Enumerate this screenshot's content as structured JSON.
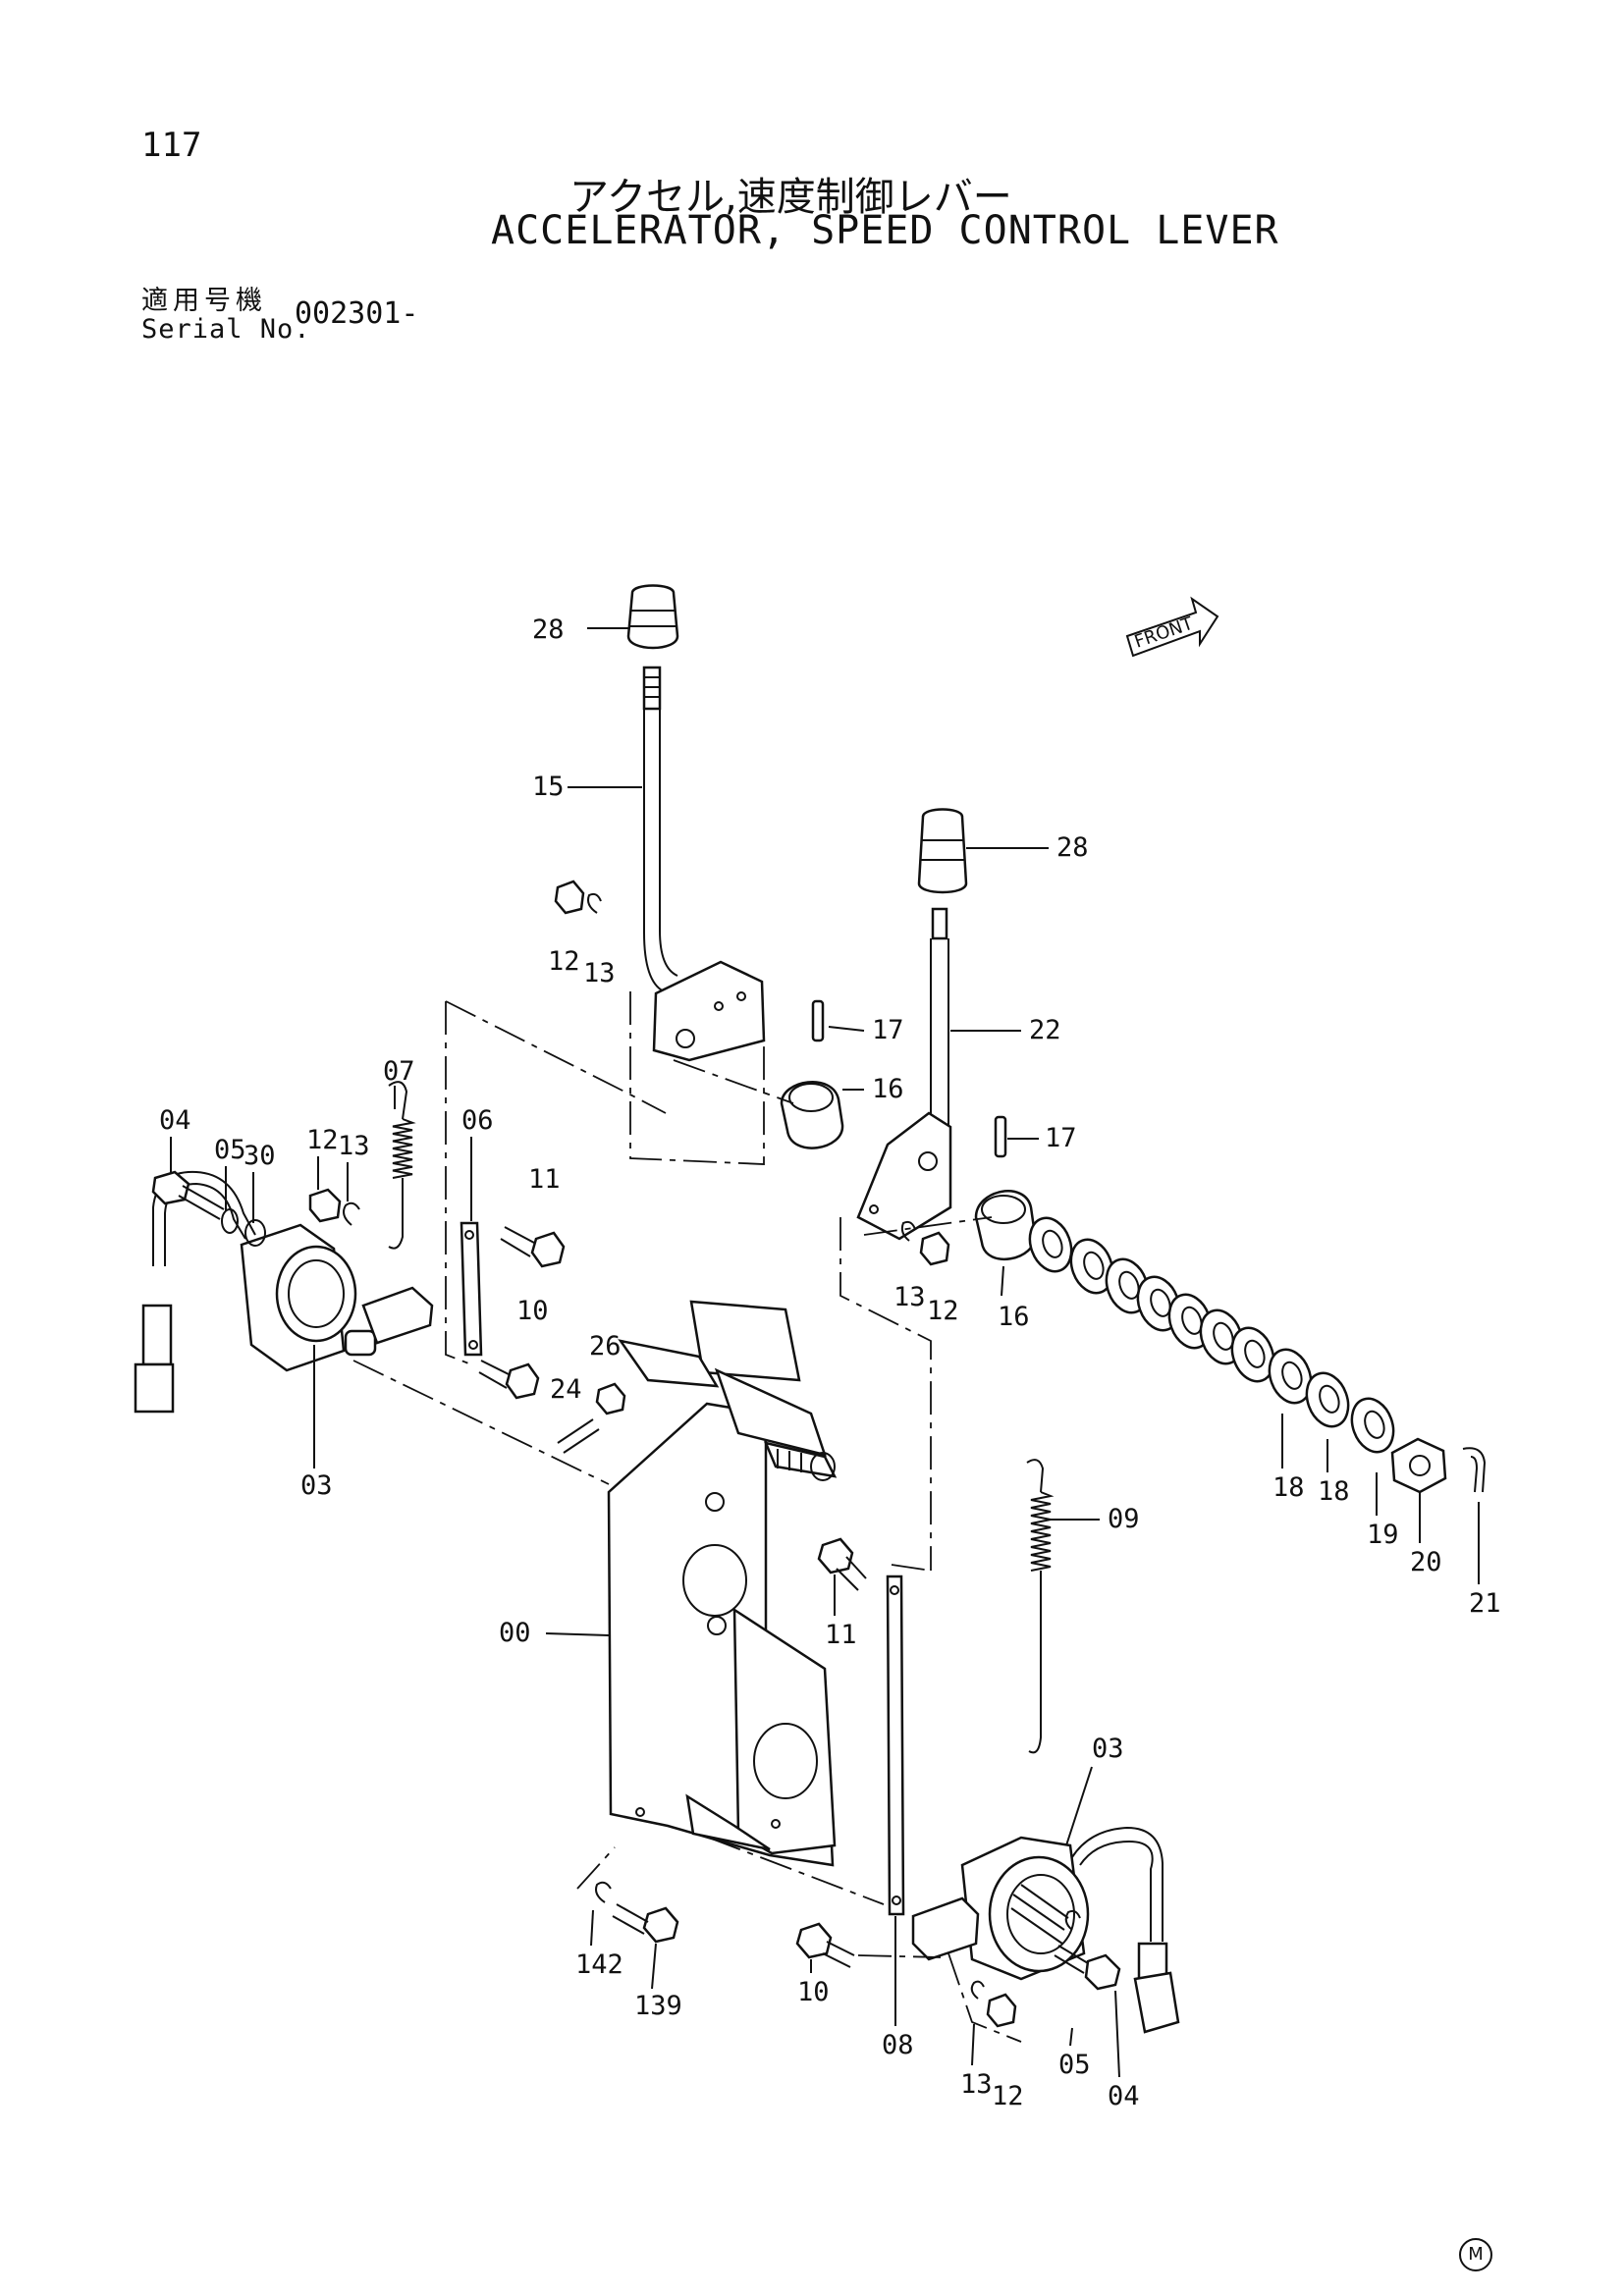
{
  "header": {
    "page_number": "117",
    "title_jp": "アクセル,速度制御レバー",
    "title_en": "ACCELERATOR, SPEED CONTROL LEVER"
  },
  "serial": {
    "label_jp": "適用号機",
    "label_en": "Serial No.",
    "value": "002301-"
  },
  "diagram": {
    "front_label": "FRONT",
    "callouts": [
      "28",
      "15",
      "12",
      "13",
      "17",
      "16",
      "28",
      "22",
      "17",
      "07",
      "04",
      "05",
      "30",
      "12",
      "13",
      "06",
      "11",
      "16",
      "10",
      "13",
      "12",
      "26",
      "24",
      "03",
      "18",
      "18",
      "19",
      "20",
      "21",
      "09",
      "00",
      "11",
      "03",
      "142",
      "139",
      "10",
      "08",
      "13",
      "12",
      "05",
      "04"
    ]
  },
  "footer": {
    "mark": "M"
  }
}
